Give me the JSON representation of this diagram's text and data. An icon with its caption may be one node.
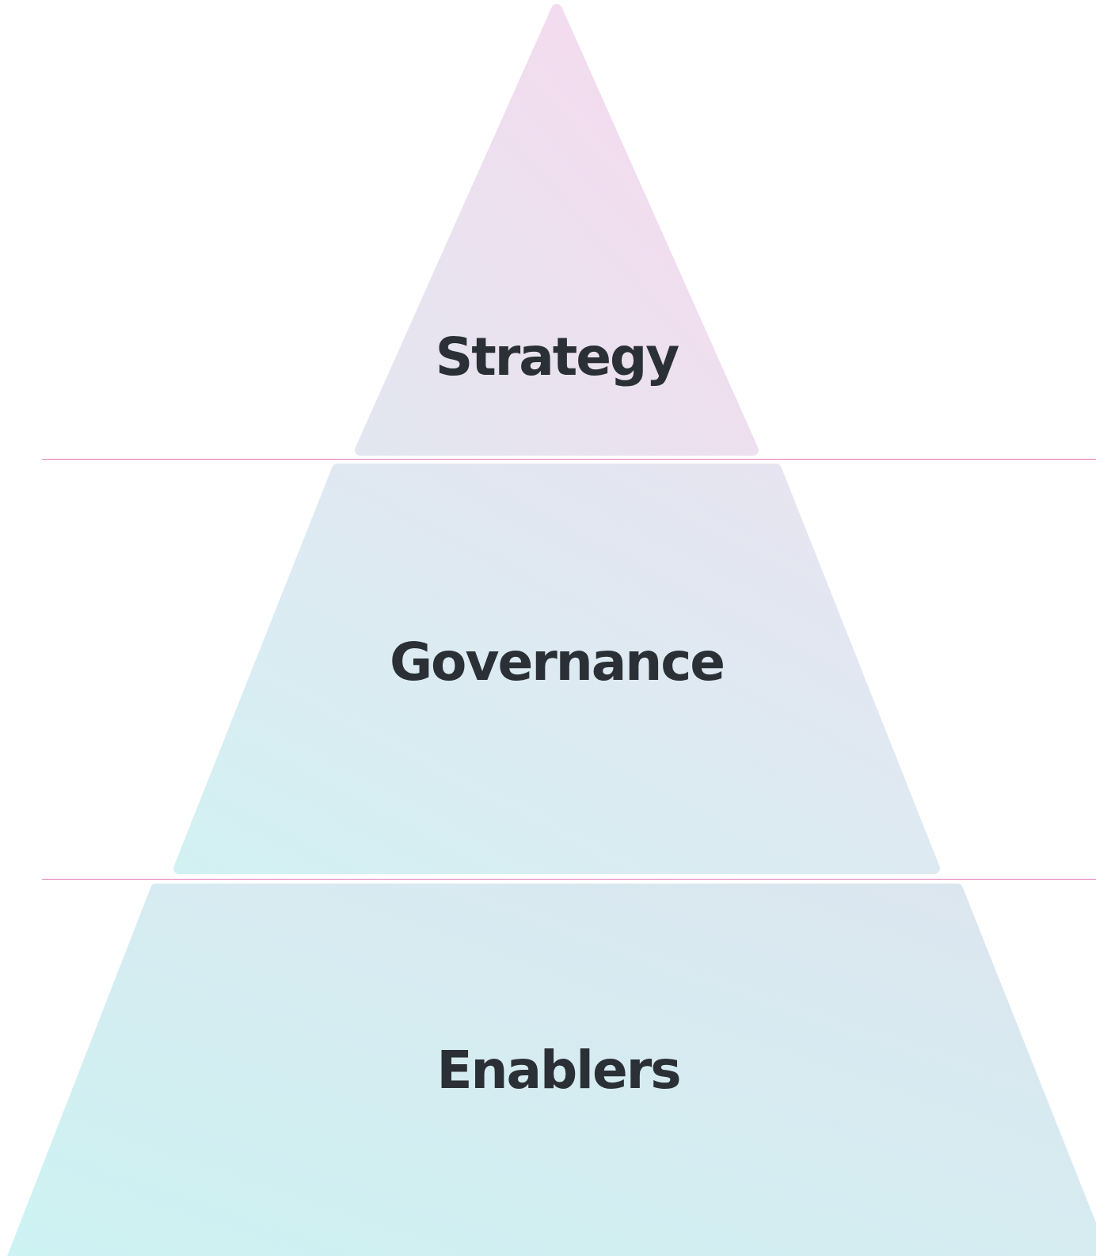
{
  "diagram": {
    "nodes": [
      {
        "text": [
          "Strategy"
        ]
      },
      {
        "text": [
          "Governance"
        ]
      },
      {
        "text": [
          "Enablers"
        ]
      }
    ]
  }
}
